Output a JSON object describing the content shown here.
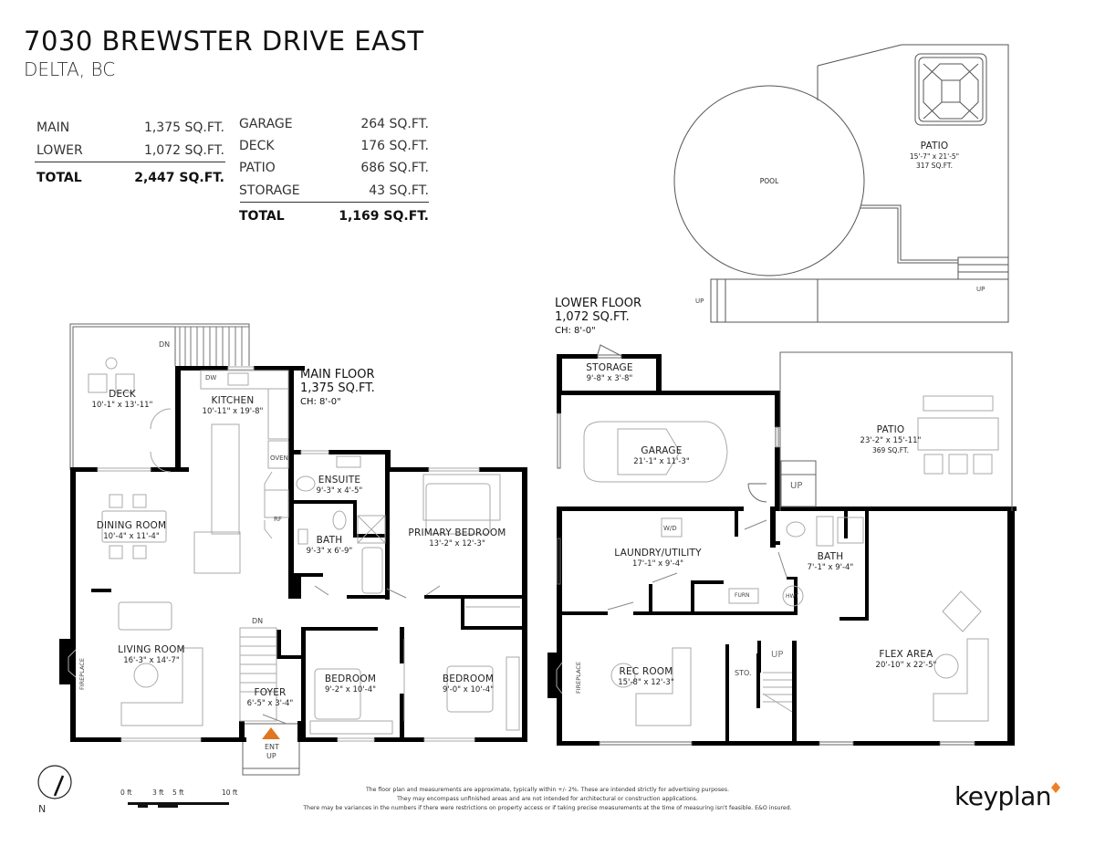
{
  "header": {
    "address": "7030 BREWSTER DRIVE EAST",
    "city": "DELTA, BC"
  },
  "areas_living": [
    {
      "label": "MAIN",
      "value": "1,375 SQ.FT."
    },
    {
      "label": "LOWER",
      "value": "1,072 SQ.FT."
    }
  ],
  "areas_living_total": {
    "label": "TOTAL",
    "value": "2,447 SQ.FT."
  },
  "areas_other": [
    {
      "label": "GARAGE",
      "value": "264 SQ.FT."
    },
    {
      "label": "DECK",
      "value": "176 SQ.FT."
    },
    {
      "label": "PATIO",
      "value": "686 SQ.FT."
    },
    {
      "label": "STORAGE",
      "value": "43 SQ.FT."
    }
  ],
  "areas_other_total": {
    "label": "TOTAL",
    "value": "1,169 SQ.FT."
  },
  "main_floor": {
    "name": "MAIN FLOOR",
    "area": "1,375 SQ.FT.",
    "ceiling": "CH: 8'-0\"",
    "rooms": {
      "deck": {
        "name": "DECK",
        "dims": "10'-1\"  x  13'-11\""
      },
      "kitchen": {
        "name": "KITCHEN",
        "dims": "10'-11\"  x  19'-8\""
      },
      "dining": {
        "name": "DINING ROOM",
        "dims": "10'-4\"  x  11'-4\""
      },
      "living": {
        "name": "LIVING ROOM",
        "dims": "16'-3\"  x  14'-7\""
      },
      "ensuite": {
        "name": "ENSUITE",
        "dims": "9'-3\"  x  4'-5\""
      },
      "bath": {
        "name": "BATH",
        "dims": "9'-3\"  x  6'-9\""
      },
      "primary": {
        "name": "PRIMARY BEDROOM",
        "dims": "13'-2\"  x  12'-3\""
      },
      "bedroom1": {
        "name": "BEDROOM",
        "dims": "9'-2\"  x  10'-4\""
      },
      "bedroom2": {
        "name": "BEDROOM",
        "dims": "9'-0\"  x  10'-4\""
      },
      "foyer": {
        "name": "FOYER",
        "dims": "6'-5\"  x  3'-4\""
      }
    },
    "fixtures": {
      "dw": "DW",
      "oven": "OVEN",
      "rf": "RF",
      "fireplace": "FIREPLACE",
      "dn_deck": "DN",
      "dn_stair": "DN",
      "ent": "ENT",
      "up": "UP"
    }
  },
  "lower_floor": {
    "name": "LOWER FLOOR",
    "area": "1,072 SQ.FT.",
    "ceiling": "CH: 8'-0\"",
    "rooms": {
      "storage": {
        "name": "STORAGE",
        "dims": "9'-8\"  x  3'-8\""
      },
      "garage": {
        "name": "GARAGE",
        "dims": "21'-1\"  x  11'-3\""
      },
      "patio": {
        "name": "PATIO",
        "dims": "23'-2\"  x  15'-11\"",
        "area": "369 SQ.FT."
      },
      "laundry": {
        "name": "LAUNDRY/UTILITY",
        "dims": "17'-1\"  x  9'-4\""
      },
      "bath": {
        "name": "BATH",
        "dims": "7'-1\"  x  9'-4\""
      },
      "rec": {
        "name": "REC ROOM",
        "dims": "15'-8\"  x  12'-3\""
      },
      "flex": {
        "name": "FLEX AREA",
        "dims": "20'-10\"  x  22'-5\""
      },
      "sto": {
        "name": "STO."
      }
    },
    "fixtures": {
      "wd": "W/D",
      "furn": "FURN",
      "hwt": "HWT",
      "fireplace": "FIREPLACE",
      "up_stair": "UP",
      "up_patio": "UP"
    }
  },
  "exterior": {
    "pool": "POOL",
    "patio": {
      "name": "PATIO",
      "dims": "15'-7\"  x  21'-5\"",
      "area": "317 SQ.FT."
    },
    "up_left": "UP",
    "up_right": "UP"
  },
  "compass": {
    "label": "N"
  },
  "scale_bar": {
    "ticks": [
      "0 ft",
      "3 ft",
      "5 ft",
      "10 ft"
    ]
  },
  "disclaimer": [
    "The floor plan and measurements are approximate, typically within +/- 2%. These are intended strictly for advertising purposes.",
    "They may encompass unfinished areas and are not intended for architectural or construction applications.",
    "There may be variances in the numbers if there were restrictions on property access or if taking precise measurements at the time of measuring isn't feasible. E&O insured."
  ],
  "brand": {
    "name": "keyplan",
    "accent": "#f07d24"
  },
  "colors": {
    "wall": "#000000",
    "line": "#555555",
    "furniture": "#b5b5b5",
    "entry_marker": "#e0761f"
  }
}
